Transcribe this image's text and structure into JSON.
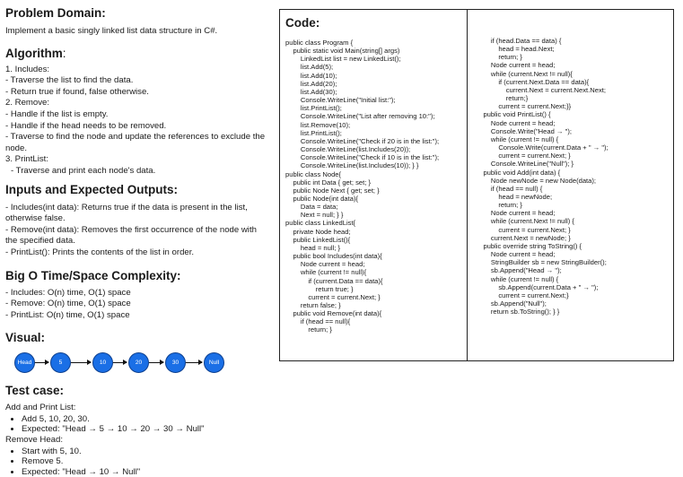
{
  "problem": {
    "heading": "Problem Domain:",
    "text": "Implement a basic singly linked list data structure in C#."
  },
  "algorithm": {
    "heading_bold": "Algorithm",
    "heading_rest": ":",
    "lines": [
      {
        "text": "1. Includes:",
        "indent": 0
      },
      {
        "text": "- Traverse the list to find the data.",
        "indent": 0
      },
      {
        "text": "- Return true if found, false otherwise.",
        "indent": 0
      },
      {
        "text": "2. Remove:",
        "indent": 0
      },
      {
        "text": "- Handle if the list is empty.",
        "indent": 0
      },
      {
        "text": "- Handle if the head needs to be removed.",
        "indent": 0
      },
      {
        "text": "- Traverse to find the node and update the references to exclude the node.",
        "indent": 0
      },
      {
        "text": "3. PrintList:",
        "indent": 0
      },
      {
        "text": "- Traverse and print each node's data.",
        "indent": 1
      }
    ]
  },
  "io": {
    "heading": "Inputs and Expected Outputs:",
    "lines": [
      "- Includes(int data): Returns true if the data is present in the list, otherwise false.",
      "- Remove(int data): Removes the first occurrence of the node with the specified data.",
      "- PrintList(): Prints the contents of the list in order."
    ]
  },
  "bigo": {
    "heading": "Big O Time/Space Complexity:",
    "lines": [
      "- Includes: O(n) time, O(1) space",
      "- Remove: O(n) time, O(1) space",
      "- PrintList: O(n) time, O(1) space"
    ]
  },
  "visual": {
    "heading": "Visual:",
    "nodes": [
      "Head",
      "5",
      "10",
      "20",
      "30",
      "Null"
    ]
  },
  "test": {
    "heading": "Test case:",
    "groups": [
      {
        "title": "Add and Print List:",
        "items": [
          "Add 5, 10, 20, 30.",
          "Expected: \"Head → 5 → 10 → 20 → 30 → Null\""
        ]
      },
      {
        "title": "Remove Head:",
        "items": [
          "Start with 5, 10.",
          "Remove 5.",
          "Expected: \"Head → 10 → Null\""
        ]
      }
    ]
  },
  "code": {
    "title": "Code:",
    "col1": [
      "public class Program {",
      "    public static void Main(string[] args)",
      "        LinkedList list = new LinkedList();",
      "        list.Add(5);",
      "        list.Add(10);",
      "        list.Add(20);",
      "        list.Add(30);",
      "        Console.WriteLine(\"Initial list:\");",
      "        list.PrintList();",
      "        Console.WriteLine(\"List after removing 10:\");",
      "        list.Remove(10);",
      "        list.PrintList();",
      "        Console.WriteLine(\"Check if 20 is in the list:\");",
      "        Console.WriteLine(list.Includes(20));",
      "        Console.WriteLine(\"Check if 10 is in the list:\");",
      "        Console.WriteLine(list.Includes(10)); } }",
      "public class Node{",
      "    public int Data { get; set; }",
      "    public Node Next { get; set; }",
      "    public Node(int data){",
      "        Data = data;",
      "        Next = null; } }",
      "public class LinkedList{",
      "    private Node head;",
      "    public LinkedList(){",
      "        head = null; }",
      "    public bool Includes(int data){",
      "        Node current = head;",
      "        while (current != null){",
      "            if (current.Data == data){",
      "                return true; }",
      "            current = current.Next; }",
      "        return false; }",
      "    public void Remove(int data){",
      "        if (head == null){",
      "            return; }"
    ],
    "col2": [
      "        if (head.Data == data) {",
      "            head = head.Next;",
      "            return; }",
      "        Node current = head;",
      "        while (current.Next != null){",
      "            if (current.Next.Data == data){",
      "                current.Next = current.Next.Next;",
      "                return;}",
      "            current = current.Next;}}",
      "    public void PrintList() {",
      "        Node current = head;",
      "        Console.Write(\"Head → \");",
      "        while (current != null) {",
      "            Console.Write(current.Data + \" → \");",
      "            current = current.Next; }",
      "        Console.WriteLine(\"Null\"); }",
      "    public void Add(int data) {",
      "        Node newNode = new Node(data);",
      "        if (head == null) {",
      "            head = newNode;",
      "            return; }",
      "        Node current = head;",
      "        while (current.Next != null) {",
      "            current = current.Next; }",
      "        current.Next = newNode; }",
      "    public override string ToString() {",
      "        Node current = head;",
      "        StringBuilder sb = new StringBuilder();",
      "        sb.Append(\"Head → \");",
      "        while (current != null) {",
      "            sb.Append(current.Data + \" → \");",
      "            current = current.Next;}",
      "        sb.Append(\"Null\");",
      "        return sb.ToString(); } }"
    ]
  }
}
